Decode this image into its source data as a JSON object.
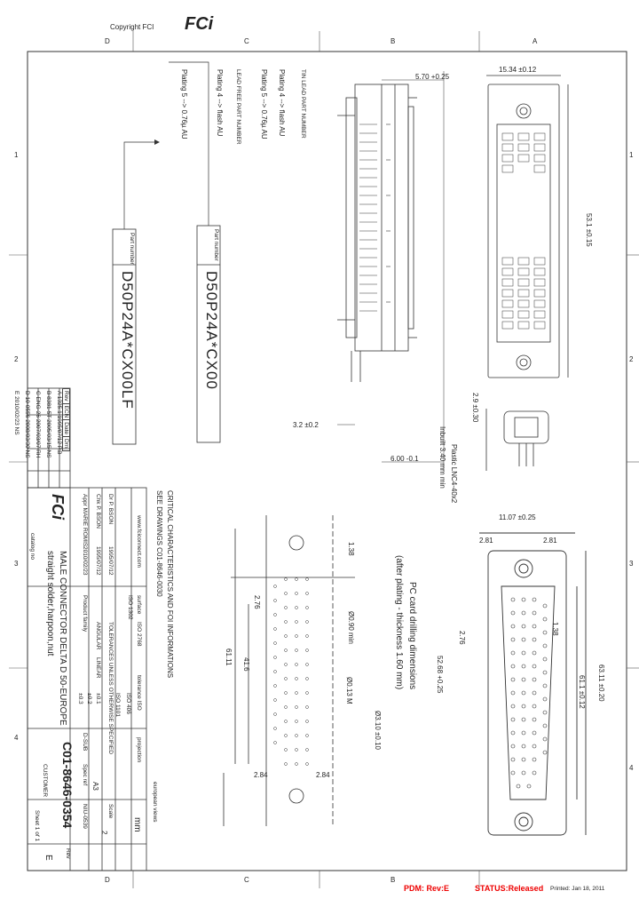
{
  "header": {
    "copyright": "Copyright FCI",
    "logo_text": "FCi",
    "column_letters": [
      "D",
      "C",
      "B",
      "A"
    ],
    "row_numbers": [
      "1",
      "2",
      "3",
      "4"
    ]
  },
  "notes": {
    "tin_lead_title": "TIN LEAD PART NUMBER",
    "tin_lead_line1": "Plating 4 --> flash AU",
    "tin_lead_line2": "Plating 5 --> 0.76µ AU",
    "lead_free_title": "LEAD FREE PART NUMBER",
    "lead_free_line1": "Plating 4 --> flash AU",
    "lead_free_line2": "Plating 5 --> 0.76µ AU",
    "part_number_label": "Part number",
    "part_number_1": "D50P24A*CX00",
    "part_number_2": "D50P24A*CX00LF",
    "critical_note": "CRITICAL CHARACTERISTICS AND FOI INFORMATIONS",
    "see_drawings": "SEE DRAWINGS C01-8646-0030",
    "pcb_note_1": "PC card drilling dimensions",
    "pcb_note_2": "(after plating - thickness 1.60 mm)",
    "harpoon_note_1": "Plastic LNC4-40x2",
    "harpoon_note_2": "Inbuilt 3.40 mm min"
  },
  "dimensions": {
    "d_5_70": "5.70 +0.25",
    "d_15_34": "15.34 ±0.12",
    "d_53_1": "53.1 ±0.15",
    "d_2_9": "2.9 ±0.30",
    "d_3_2": "3.2 ±0.2",
    "d_6_00": "6.00 -0.1",
    "d_11_07": "11.07 ±0.25",
    "d_2_81a": "2.81",
    "d_2_81b": "2.81",
    "d_1_38a": "1.38",
    "d_1_38b": "1.38",
    "d_2_76a": "2.76",
    "d_2_76b": "2.76",
    "d_0_90": "Ø0.90 min",
    "d_61_11": "61.11",
    "d_41_6": "41.6",
    "d_63_11": "63.11 ±0.20",
    "d_61_1": "61.1 ±0.12",
    "d_52_68": "52.68 +0.25",
    "d_0_13": "Ø0.13 M",
    "d_3_10": "Ø3.10 ±0.10",
    "d_2_84a": "2.84",
    "d_2_84b": "2.84"
  },
  "revisions": {
    "headers": [
      "Rev",
      "ECN",
      "Date",
      "Drn"
    ],
    "rows": [
      [
        "A",
        "1325.1",
        "1995/07/12",
        "P.B"
      ],
      [
        "B",
        "8381-5T",
        "2005/03/15",
        "NS"
      ],
      [
        "C",
        "ENG-26",
        "2007/03/07",
        "RH"
      ],
      [
        "D",
        "10-0556",
        "2008/03/30",
        "NS"
      ],
      [
        "E",
        "",
        "2010/02/23",
        "NS"
      ]
    ]
  },
  "title_block": {
    "website": "www.fciconnect.com",
    "drawn_by_label": "Dr",
    "drawn_by": "P. BSON",
    "checked_by_label": "Chk",
    "checked_by": "P. BSON",
    "approved_label": "Appr",
    "approved_by": "MARIE ROMIS",
    "date1": "1995/07/12",
    "date2": "1995/07/12",
    "date3": "2010/02/23",
    "product_family": "Product family",
    "product_family_value": "D-SUB",
    "title_line1": "MALE CONNECTOR DELTA D 50-EUROPE",
    "title_line2": "straight solder,harpoon,nut",
    "drawing_number": "C01-8646-0354",
    "doc_type": "CUSTOMER",
    "sheet": "Sheet 1 of 1",
    "rev_label": "Rev",
    "rev_value": "E",
    "scale_label": "Scale",
    "scale_value": "2",
    "size_value": "A3",
    "units": "mm",
    "spec_label": "Spec ref",
    "spec_value": "NIU-0539",
    "projection_label": "projection",
    "european_views": "european views",
    "tolerance_label": "tolerance ISO",
    "tolerance_values": [
      "ISO 2768",
      "ISO 406",
      "ISO 1101"
    ],
    "general_tol": "TOLERANCES UNLESS OTHERWISE SPECIFIED",
    "surface_label": "surface",
    "surface_value": "ISO 1302",
    "angular_label": "ANGULAR",
    "linear_label": "LINEAR",
    "tol_values": [
      "±0.1",
      "±0.2",
      "±0.3"
    ],
    "company_line": "catalog no"
  },
  "footer": {
    "pdm_rev": "PDM: Rev:E",
    "status": "STATUS:Released",
    "printed": "Printed: Jan 18, 2011"
  }
}
